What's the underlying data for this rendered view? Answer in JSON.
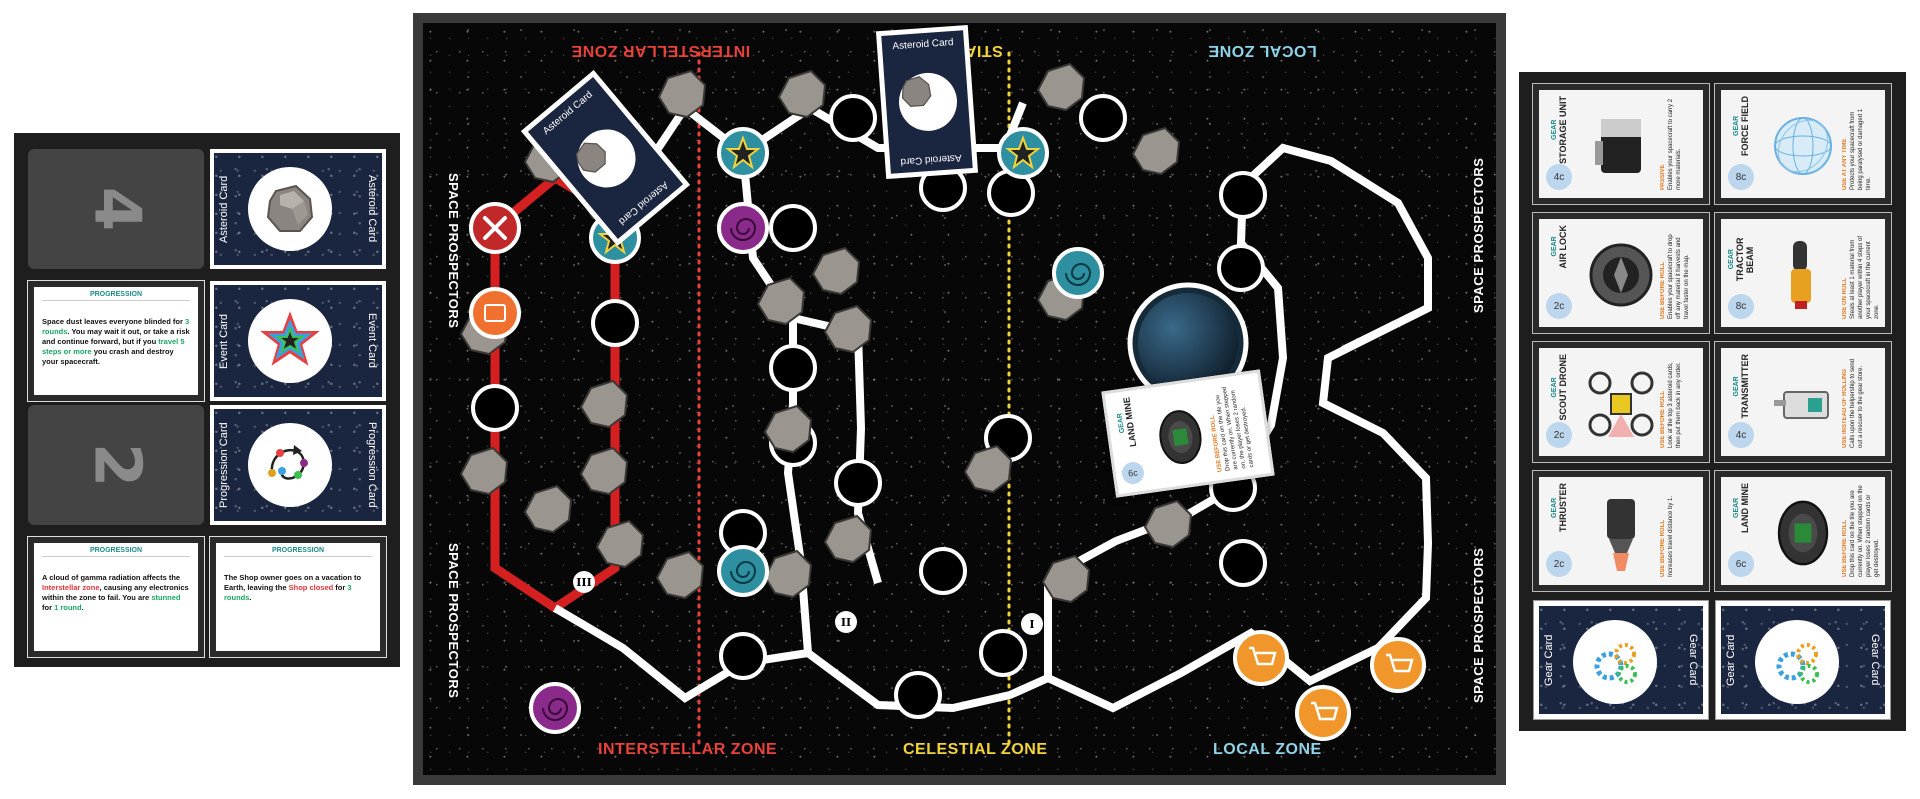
{
  "left_panel": {
    "numbers": [
      "4",
      "2"
    ],
    "card_backs": [
      {
        "label": "Asteroid Card",
        "icon": "asteroid-icon"
      },
      {
        "label": "Event Card",
        "icon": "rainbow-star-icon"
      },
      {
        "label": "Progression Card",
        "icon": "progression-path-icon"
      }
    ],
    "progression_cards": [
      {
        "title": "PROGRESSION",
        "p1": "Space dust leaves everyone blinded for ",
        "h1": "3 rounds",
        "p2": ". You may wait it out, or take a risk and continue forward, but if you ",
        "h2": "travel 5 steps or more",
        "p3": " you crash and destroy your spacecraft."
      },
      {
        "title": "PROGRESSION",
        "p1": "A cloud of gamma radiation affects the ",
        "h1": "Interstellar zone",
        "p2": ", causing any electronics within the zone to fail. You are ",
        "h2": "stunned",
        "p3": " for ",
        "h3": "1 round",
        "p4": "."
      },
      {
        "title": "PROGRESSION",
        "p1": "The Shop owner goes on a vacation to Earth, leaving the ",
        "h1": "Shop closed",
        "p2": " for ",
        "h2": "3 rounds",
        "p3": "."
      }
    ]
  },
  "board": {
    "zones": {
      "top": [
        "INTERSTELLAR ZONE",
        "STIAL ZONE",
        "LOCAL ZONE"
      ],
      "bottom": [
        "INTERSTELLAR ZONE",
        "CELESTIAL ZONE",
        "LOCAL ZONE"
      ]
    },
    "brand": "SPACE PROSPECTORS",
    "roman_markers": [
      "III",
      "II",
      "I"
    ],
    "floating_cards": [
      "Asteroid Card",
      "Asteroid Card"
    ],
    "mine_card": {
      "type": "GEAR",
      "name": "LAND MINE",
      "cost": "6c",
      "use": "USE BEFORE ROLL",
      "text": "Drop this card on the tile you are currently on. When stepped on, the player loses 2 random cards or get destroyed."
    },
    "colors": {
      "interstellar": "#e8423a",
      "celestial": "#f2d43a",
      "local": "#8fd3e8",
      "red_path": "#d42020",
      "teal": "#2e8fa0",
      "purple": "#8a2a8a",
      "orange": "#f0962a"
    }
  },
  "gear_cards": [
    {
      "type": "GEAR",
      "name": "STORAGE UNIT",
      "cost": "4c",
      "usage": "PASSIVE",
      "text": "Enables your spacecraft to carry 2 more materials.",
      "icon": "storage-unit-icon"
    },
    {
      "type": "GEAR",
      "name": "FORCE FIELD",
      "cost": "8c",
      "usage": "USE AT ANY TIME",
      "text": "Protects your spacecraft from being paralysed or damaged 1 time.",
      "icon": "force-field-icon"
    },
    {
      "type": "GEAR",
      "name": "AIR LOCK",
      "cost": "2c",
      "usage": "USE BEFORE ROLL",
      "text": "Enables your spacecraft to drop off any material it harvests and travel faster on the map.",
      "icon": "air-lock-icon"
    },
    {
      "type": "GEAR",
      "name": "TRACTOR BEAM",
      "cost": "8c",
      "usage": "USE ON ROLL",
      "text": "Steals at least 1 material from another player within 4 steps of your spacecraft in the current zone.",
      "icon": "tractor-beam-icon"
    },
    {
      "type": "GEAR",
      "name": "SCOUT DRONE",
      "cost": "2c",
      "usage": "USE BEFORE ROLL",
      "text": "Look at the top 3 asteroid cards, then put them back in any order.",
      "icon": "scout-drone-icon"
    },
    {
      "type": "GEAR",
      "name": "TRANSMITTER",
      "cost": "4c",
      "usage": "USE INSTEAD OF ROLLING",
      "text": "Calls upon the helpership to send out a rescuer to the gear store.",
      "icon": "transmitter-icon"
    },
    {
      "type": "GEAR",
      "name": "THRUSTER",
      "cost": "2c",
      "usage": "USE BEFORE ROLL",
      "text": "Increases travel distance by 1.",
      "icon": "thruster-icon"
    },
    {
      "type": "GEAR",
      "name": "LAND MINE",
      "cost": "6c",
      "usage": "USE BEFORE ROLL",
      "text": "Drop this card on the tile you are currently on. When stepped on the player loses 2 random cards or get destroyed.",
      "icon": "land-mine-icon"
    }
  ],
  "gear_backs": [
    "Gear Card",
    "Gear Card"
  ]
}
